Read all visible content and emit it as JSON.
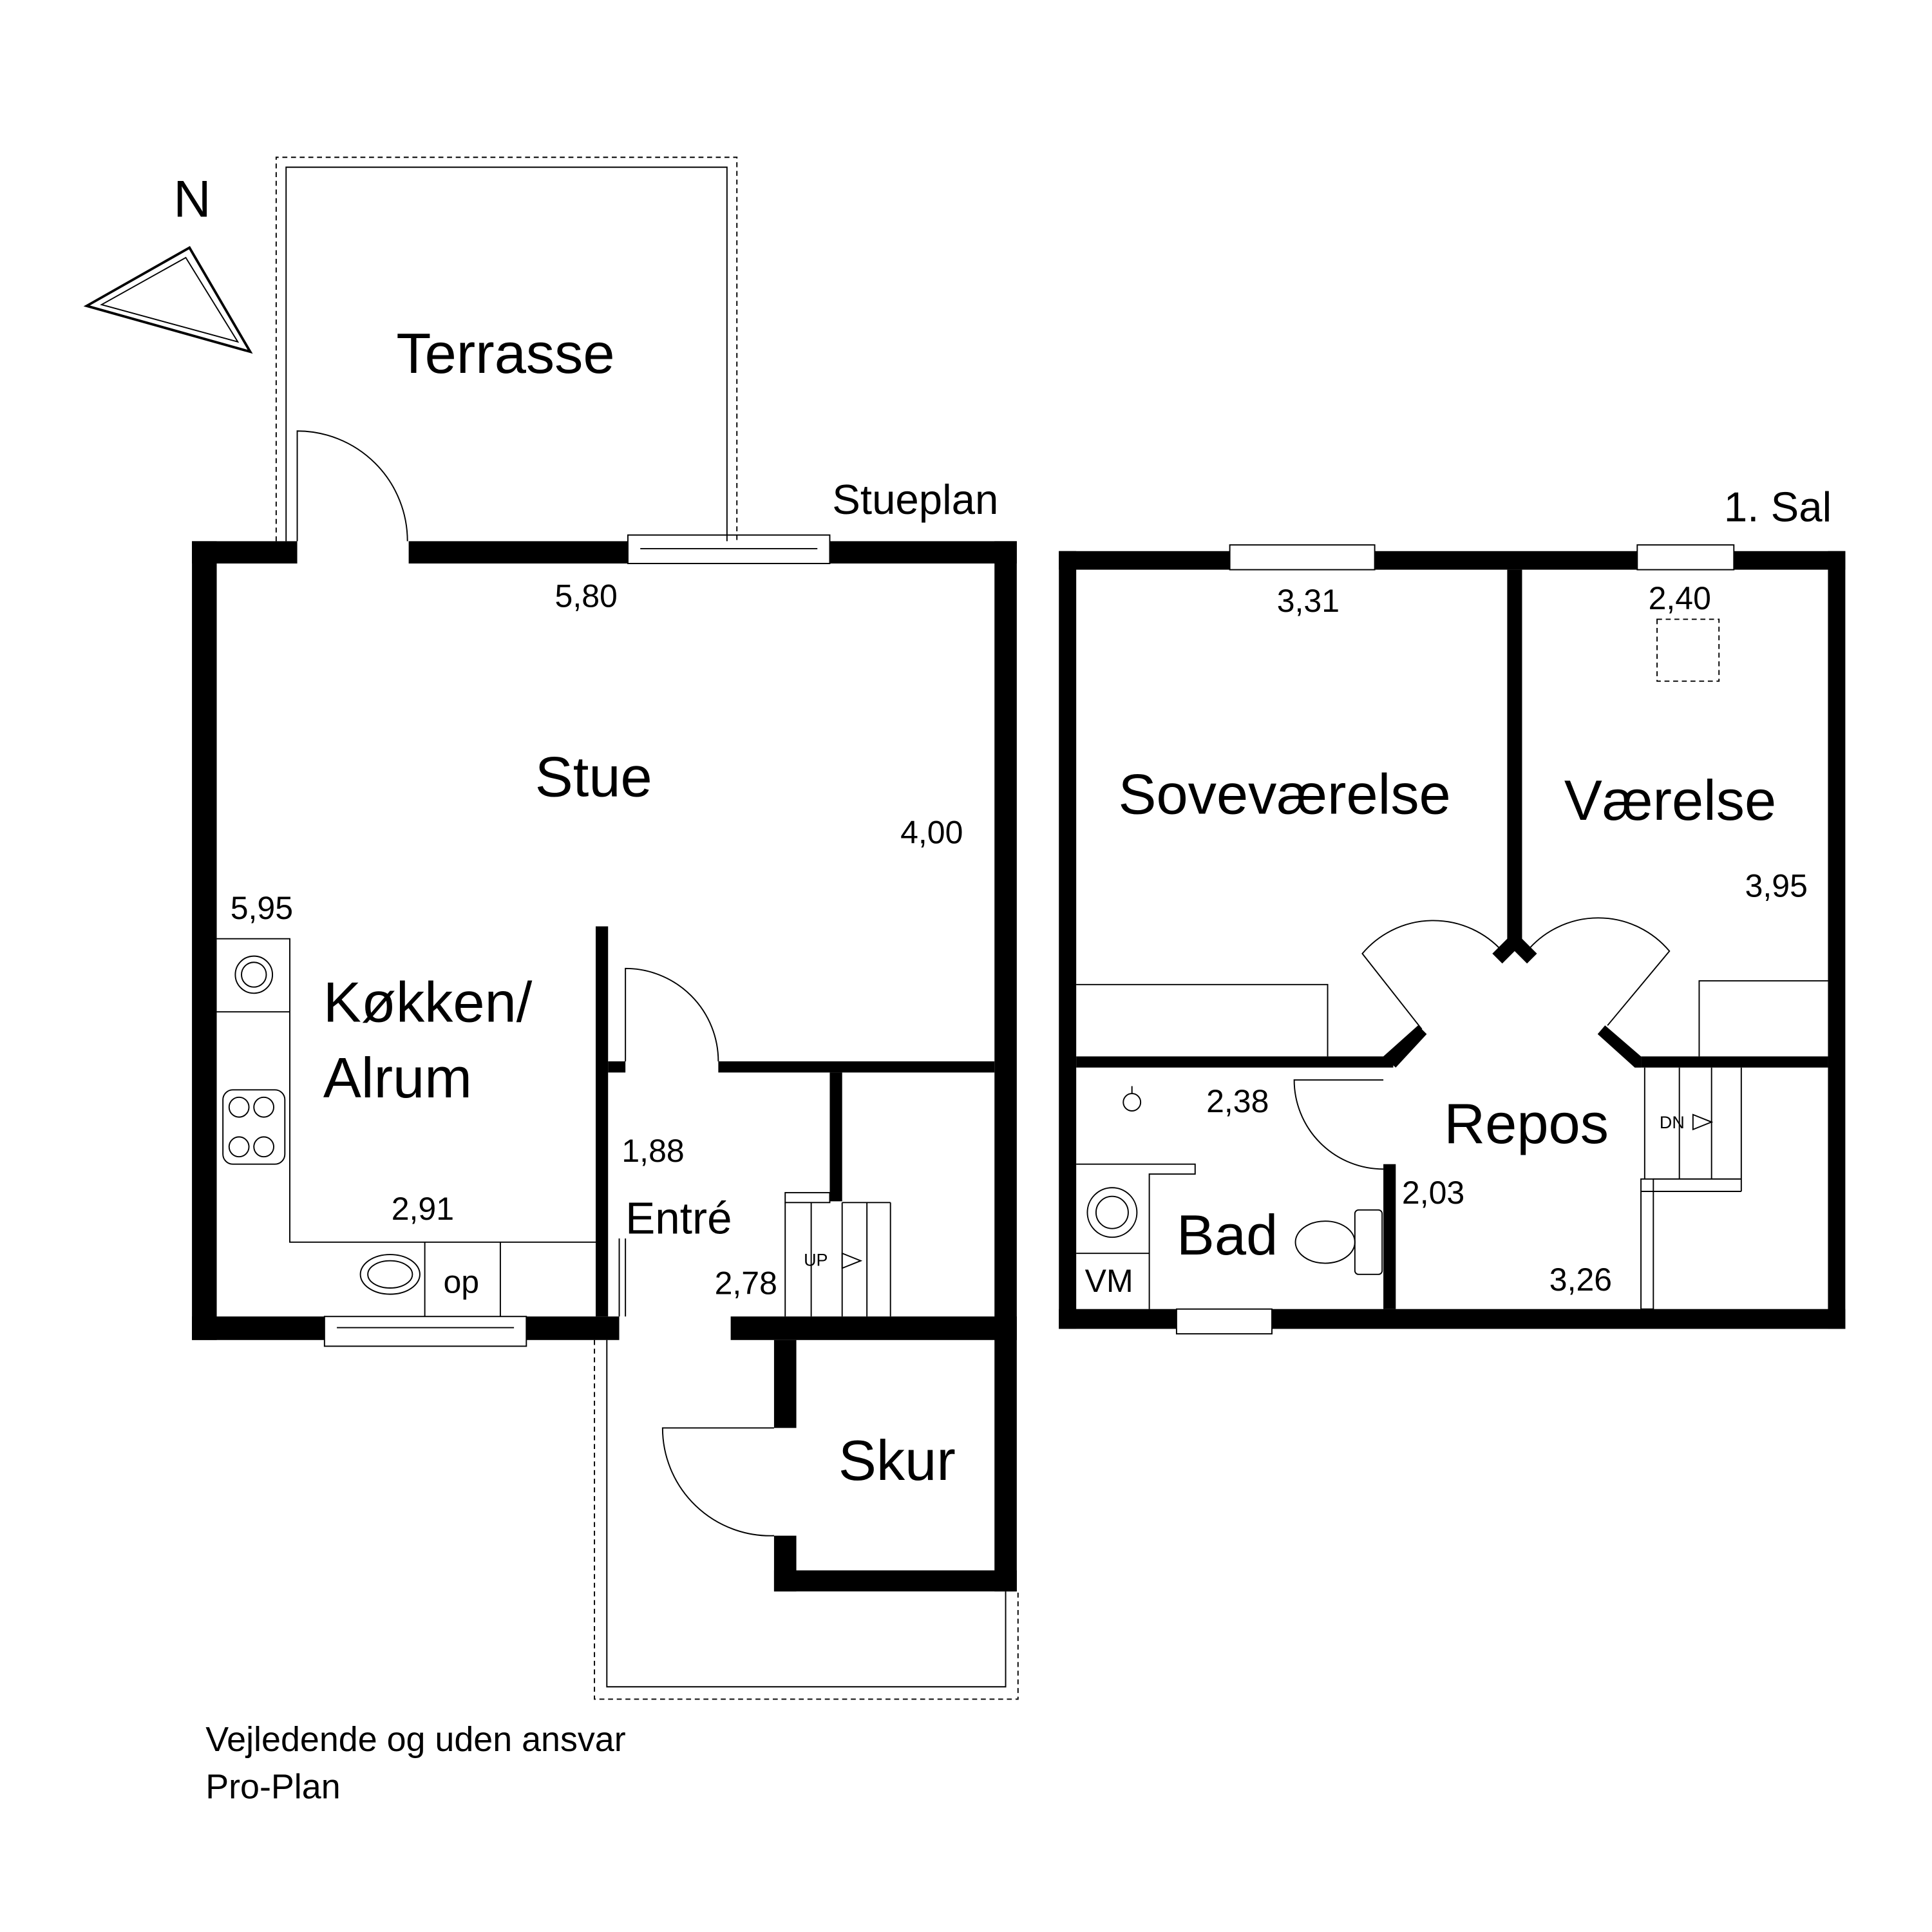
{
  "compass": {
    "label": "N"
  },
  "ground_floor": {
    "title": "Stueplan",
    "rooms": {
      "terrace": "Terrasse",
      "living": "Stue",
      "kitchen_line1": "Køkken/",
      "kitchen_line2": "Alrum",
      "entry": "Entré",
      "shed": "Skur"
    },
    "dimensions": {
      "living_width": "5,80",
      "living_depth": "4,00",
      "kitchen_length": "5,95",
      "kitchen_width": "2,91",
      "entry_width": "1,88",
      "entry_length": "2,78"
    },
    "fixtures": {
      "dishwasher": "op",
      "stairs_up": "UP"
    }
  },
  "first_floor": {
    "title": "1. Sal",
    "rooms": {
      "bedroom": "Soveværelse",
      "room": "Værelse",
      "landing": "Repos",
      "bath": "Bad"
    },
    "dimensions": {
      "bedroom_width": "3,31",
      "room_width": "2,40",
      "room_depth": "3,95",
      "bath_width": "2,38",
      "bath_depth": "2,03",
      "landing_width": "3,26"
    },
    "fixtures": {
      "washer": "VM",
      "stairs_down": "DN"
    }
  },
  "footer": {
    "disclaimer": "Vejledende og uden ansvar",
    "credit": "Pro-Plan"
  }
}
